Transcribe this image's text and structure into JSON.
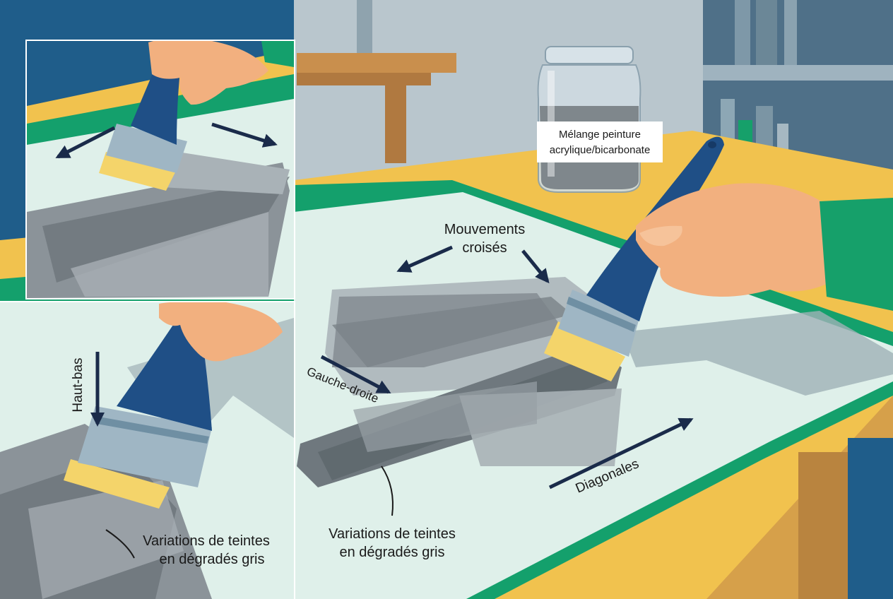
{
  "jar": {
    "label_line1": "Mélange peinture",
    "label_line2": "acrylique/bicarbonate"
  },
  "main_panel": {
    "crossed_line1": "Mouvements",
    "crossed_line2": "croisés",
    "left_right": "Gauche-droite",
    "diagonals": "Diagonales",
    "variations_line1": "Variations de teintes",
    "variations_line2": "en dégradés gris"
  },
  "inset_top": {},
  "inset_bottom": {
    "up_down": "Haut-bas",
    "variations_line1": "Variations de teintes",
    "variations_line2": "en dégradés gris"
  },
  "colors": {
    "wall_blue": "#1f5d8a",
    "table_yellow": "#f1c24e",
    "tape_green": "#14a06c",
    "paper_mint": "#dff0ea",
    "paint_gray": "#7e868c",
    "brush_handle": "#1f4f86",
    "bristles": "#f4d46a",
    "skin": "#f2b07f",
    "sleeve": "#16a06a",
    "arrow_navy": "#1a2b4a"
  }
}
